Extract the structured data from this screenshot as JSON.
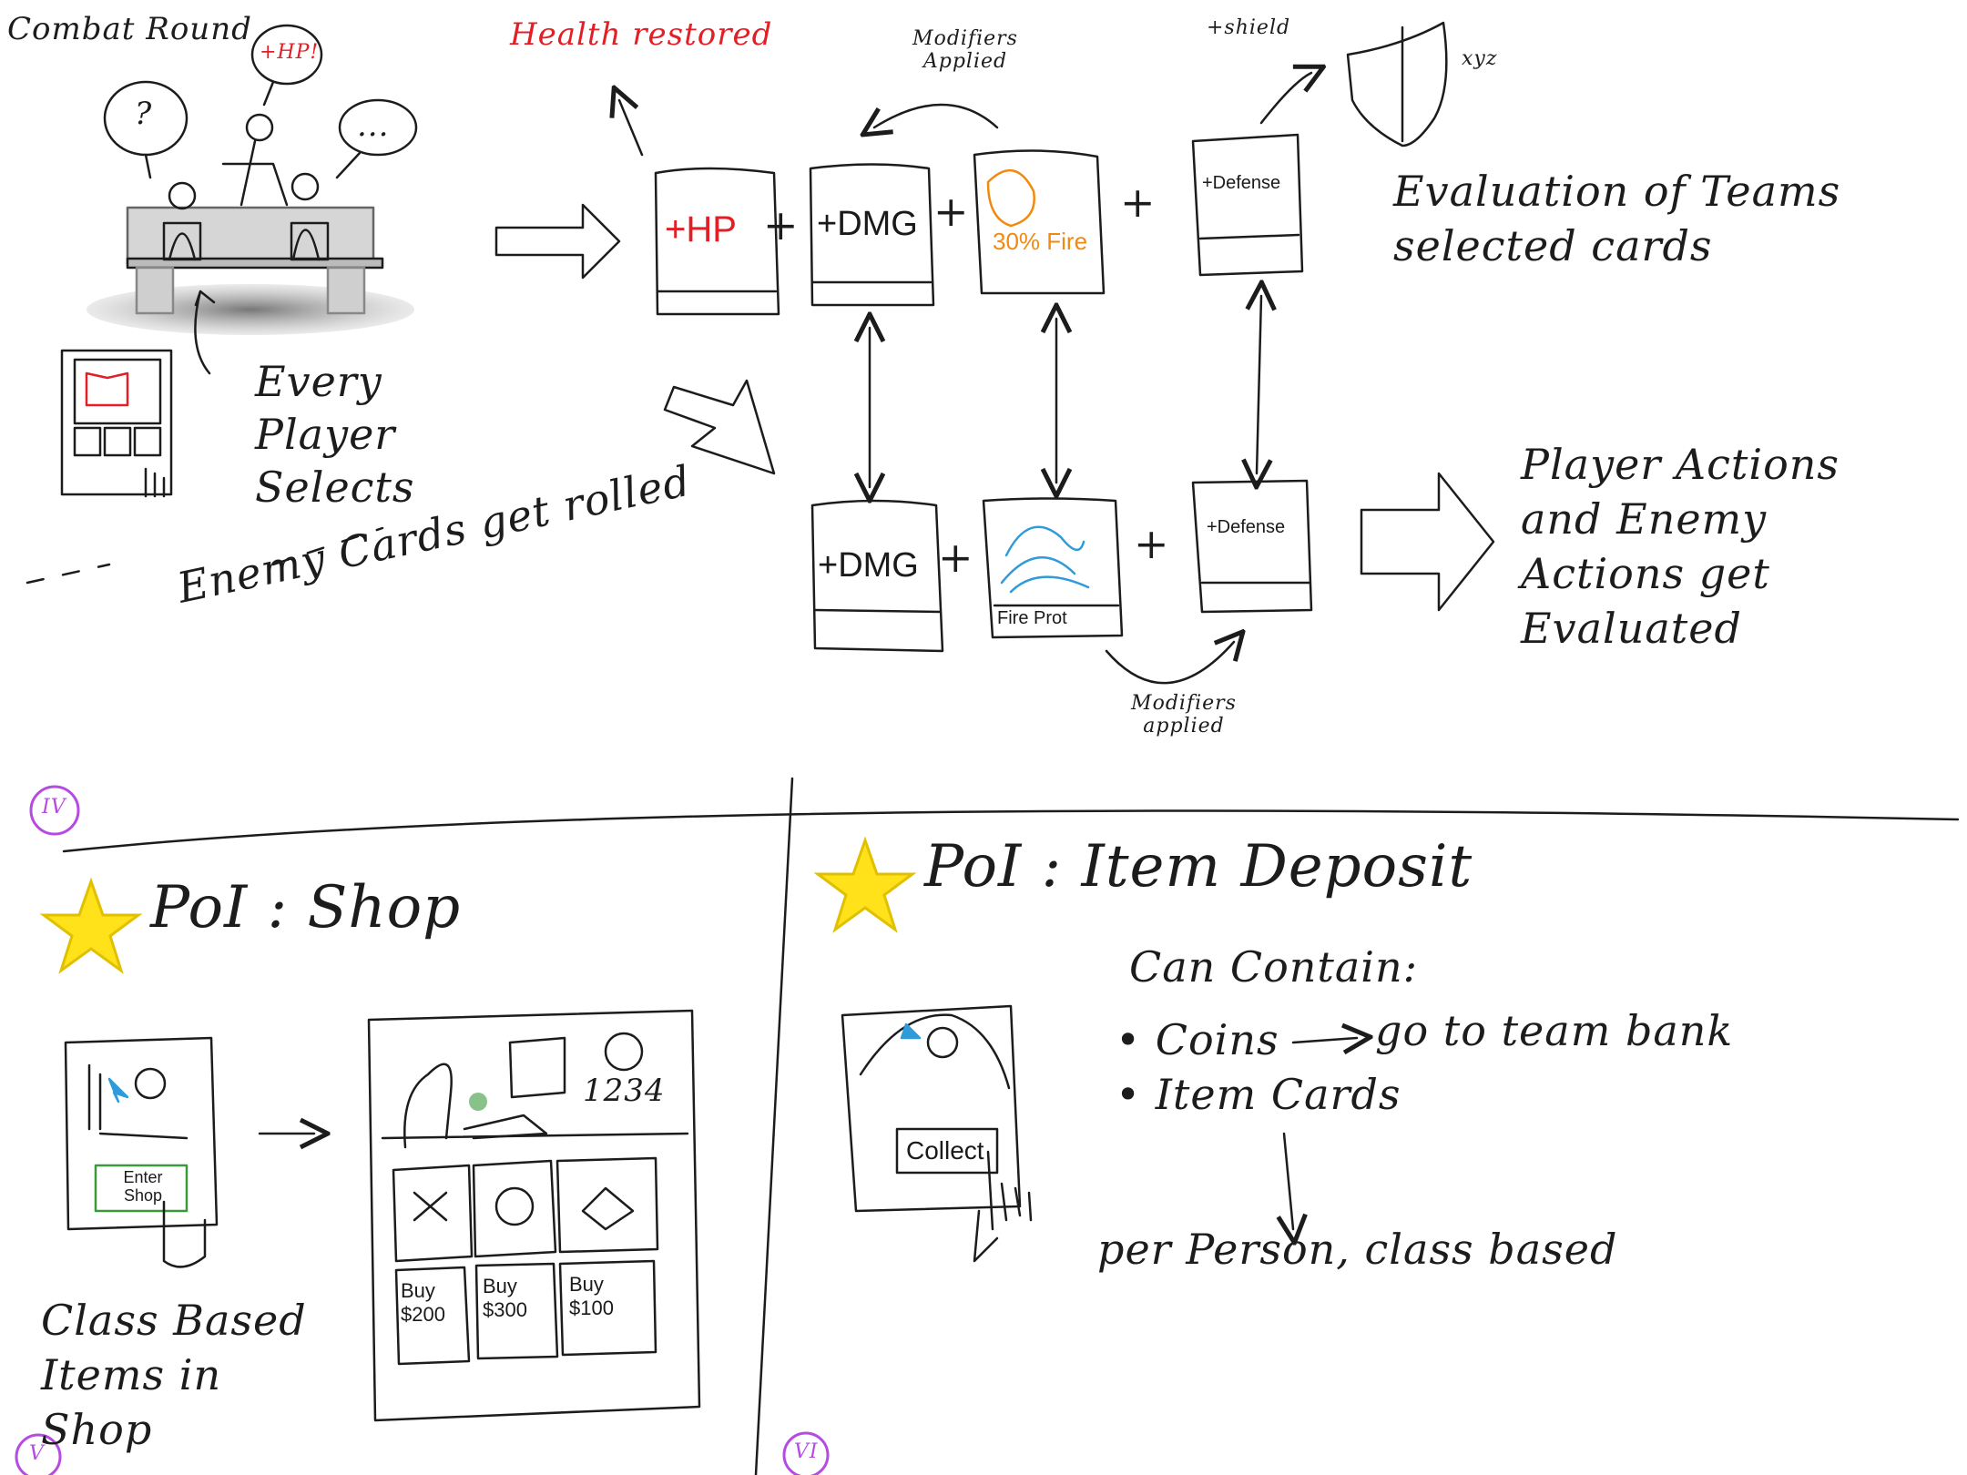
{
  "section_top": {
    "title": "Combat Round",
    "bubbles": {
      "question": "?",
      "hp": "+HP!",
      "dots": "..."
    },
    "health_note": "Health restored",
    "modifiers_top": "Modifiers Applied",
    "shield_note": "+shield",
    "shield_label": "xyz",
    "player_cards": [
      "+HP",
      "+DMG",
      "30% Fire",
      "+Defense"
    ],
    "evaluation_note": "Evaluation of Teams selected cards",
    "every_player_note": "Every Player Selects",
    "enemy_note": "Enemy Cards get rolled",
    "enemy_cards": [
      "+DMG",
      "Fire Prot",
      "+Defense"
    ],
    "modifiers_bottom": "Modifiers applied",
    "actions_note": "Player Actions and Enemy Actions get Evaluated",
    "badge": "IV"
  },
  "section_shop": {
    "title": "PoI : Shop",
    "enter_button": "Enter Shop",
    "coin_count": "1234",
    "buy_labels": [
      "Buy $200",
      "Buy $300",
      "Buy $100"
    ],
    "note": "Class Based Items in Shop",
    "badge": "V"
  },
  "section_deposit": {
    "title": "PoI : Item Deposit",
    "can_contain": "Can Contain:",
    "bullet_coins": "• Coins",
    "coins_target": "go to team bank",
    "bullet_items": "• Item Cards",
    "per_person": "per Person, class based",
    "collect_button": "Collect",
    "badge": "VI"
  },
  "colors": {
    "ink": "#1c1c1c",
    "red": "#e21f26",
    "orange": "#f08a12",
    "blue": "#2f9bd8",
    "green": "#3a9a3a",
    "yellow": "#ffe21a",
    "purple": "#b54be0"
  }
}
